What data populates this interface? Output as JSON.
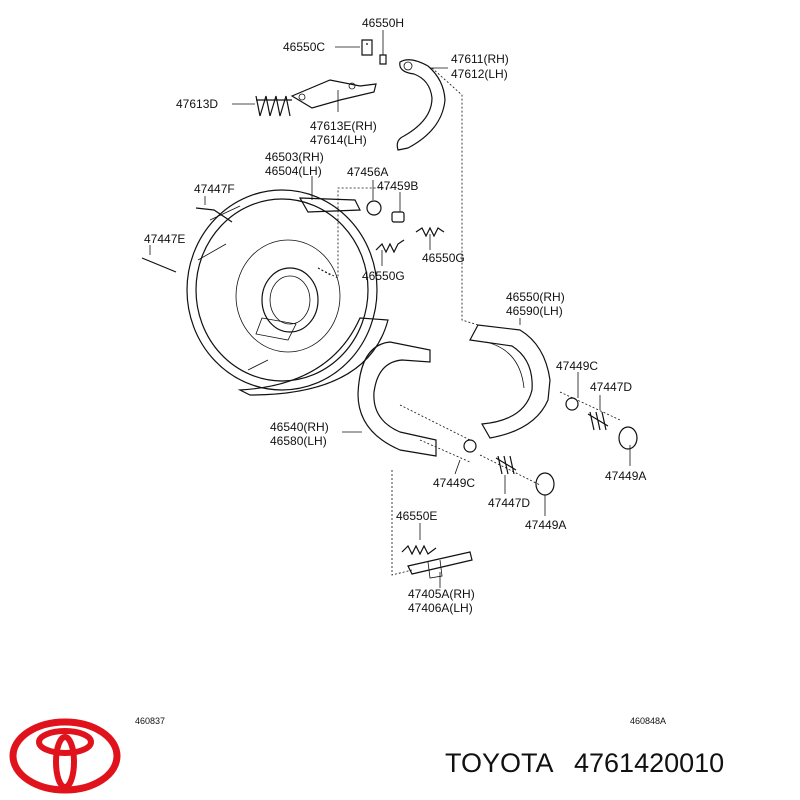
{
  "labels": {
    "p46550H": "46550H",
    "p46550C": "46550C",
    "p47611": "47611(RH)",
    "p47612": "47612(LH)",
    "p47613D": "47613D",
    "p47613E": "47613E(RH)",
    "p47614": "47614(LH)",
    "p46503": "46503(RH)",
    "p46504": "46504(LH)",
    "p47456A": "47456A",
    "p47459B": "47459B",
    "p47447F": "47447F",
    "p47447E": "47447E",
    "p46550G_a": "46550G",
    "p46550G_b": "46550G",
    "p46550_rh": "46550(RH)",
    "p46590_lh": "46590(LH)",
    "p47449C_r": "47449C",
    "p47447D_r": "47447D",
    "p47449A_r": "47449A",
    "p46540": "46540(RH)",
    "p46580": "46580(LH)",
    "p47449C_l": "47449C",
    "p47447D_l": "47447D",
    "p47449A_l": "47449A",
    "p46550E": "46550E",
    "p47405A": "47405A(RH)",
    "p47406A": "47406A(LH)"
  },
  "figure_codes": {
    "left": "460837",
    "right": "460848A"
  },
  "brand": {
    "name": "TOYOTA",
    "part_number": "4761420010",
    "logo_color": "#e0121b"
  }
}
